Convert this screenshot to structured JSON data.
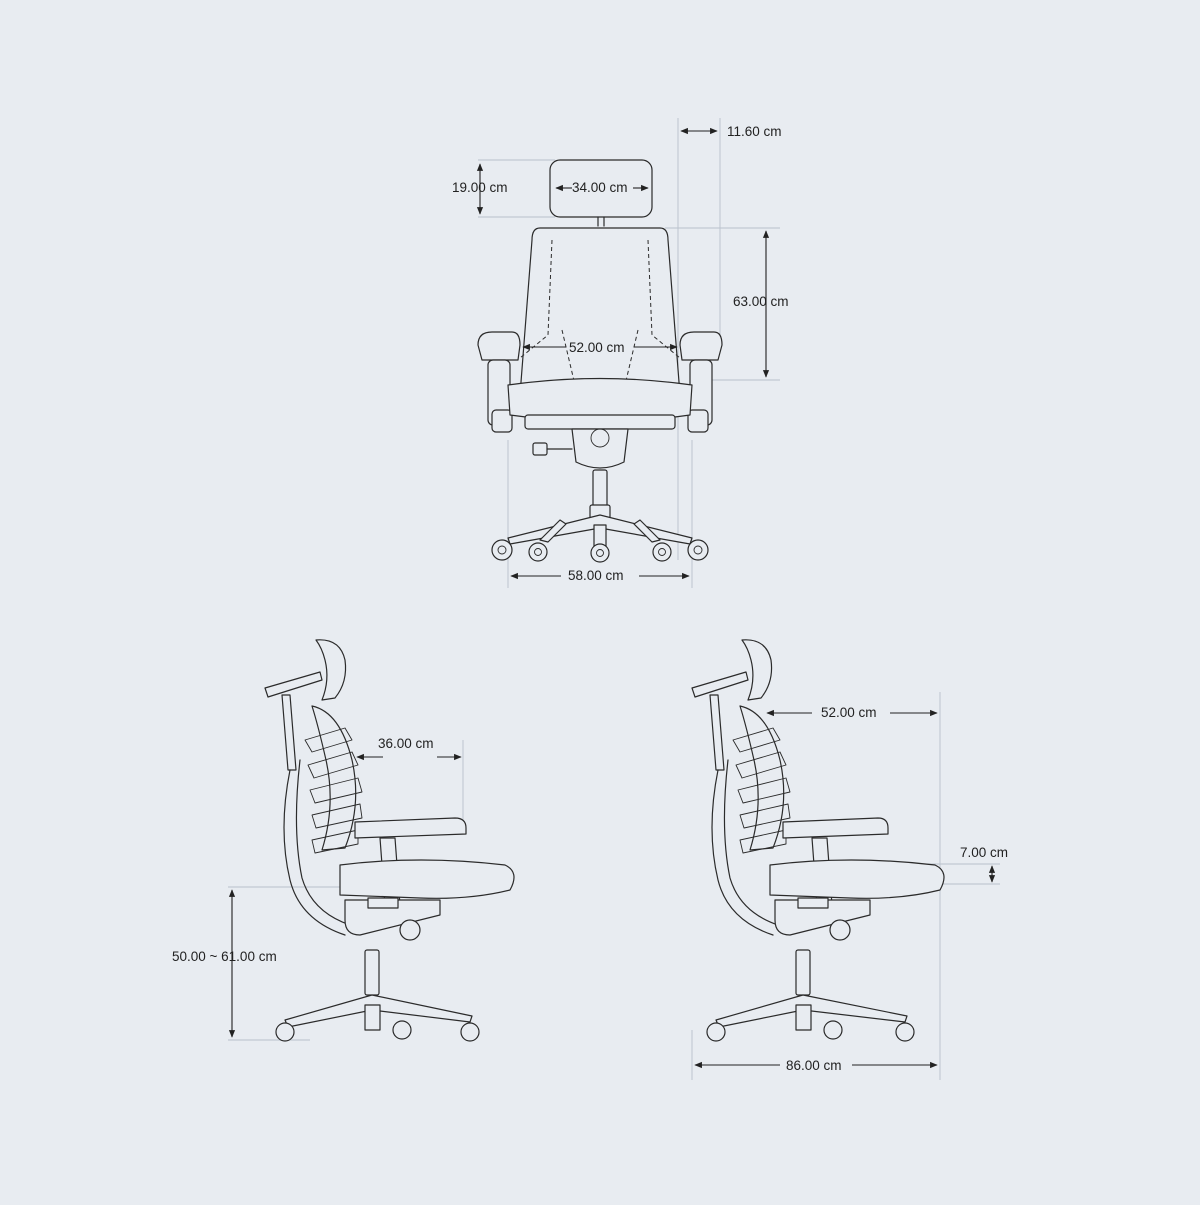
{
  "dimensions": {
    "headrest_offset": "11.60 cm",
    "headrest_height": "19.00 cm",
    "headrest_width": "34.00 cm",
    "backrest_height": "63.00 cm",
    "back_width": "52.00 cm",
    "base_width": "58.00 cm",
    "armrest_depth": "36.00 cm",
    "seat_height": "50.00 ~ 61.00 cm",
    "overall_depth_top": "52.00 cm",
    "armrest_adjust": "7.00 cm",
    "overall_depth": "86.00 cm"
  },
  "colors": {
    "background": "#e8ecf1",
    "line": "#2b2b2b",
    "extension": "#b9c1cb"
  }
}
